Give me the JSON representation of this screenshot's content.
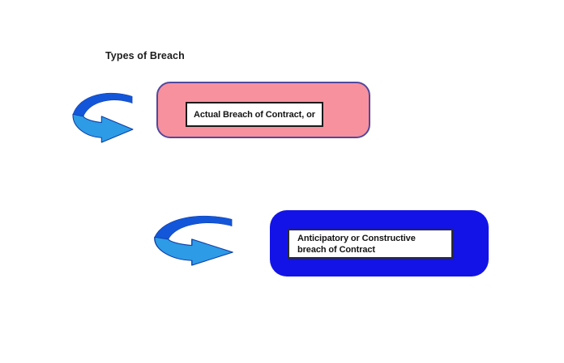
{
  "page": {
    "title": "Types of Breach"
  },
  "diagram": {
    "items": [
      {
        "id": "actual-breach",
        "label": "Actual Breach of Contract, or",
        "container_color": "#F7919E",
        "container_border_color": "#52489E",
        "icon": "curved-arrow"
      },
      {
        "id": "anticipatory-breach",
        "label_line1": "Anticipatory or Constructive",
        "label_line2": "breach of Contract",
        "container_color": "#1313E8",
        "icon": "curved-arrow"
      }
    ],
    "arrow_colors": {
      "top_band": "#1356D9",
      "bottom_band": "#2D9BE6",
      "outline": "#0B3CA8"
    }
  }
}
